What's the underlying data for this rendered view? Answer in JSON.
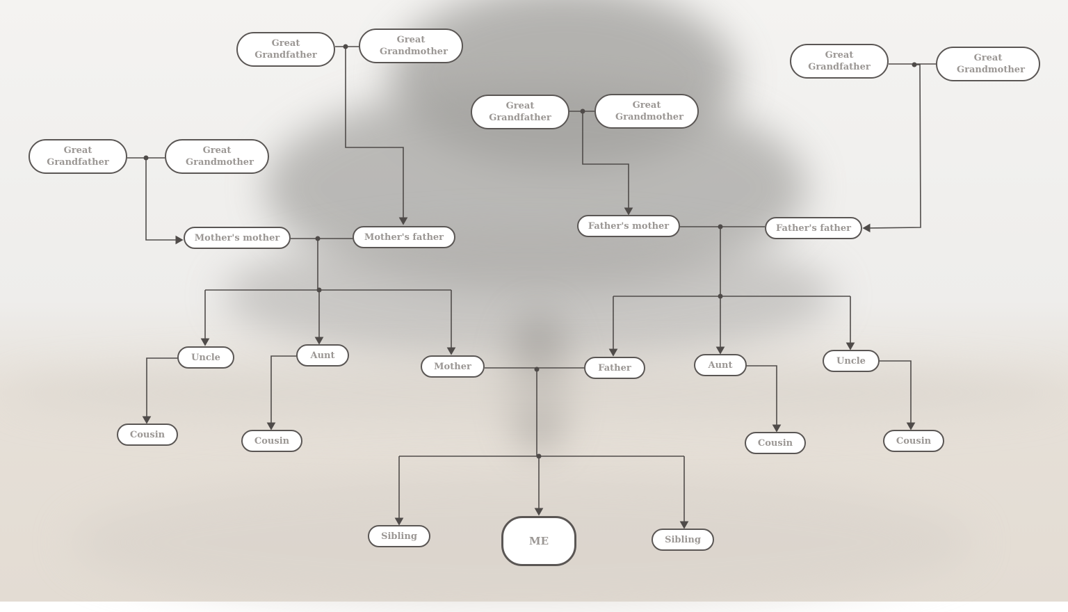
{
  "nodes": [
    "Great Grandfather",
    "Great Grandmother",
    "Great Grandfather",
    "Great Grandmother",
    "Great Grandfather",
    "Great Grandmother",
    "Great Grandfather",
    "Great Grandmother",
    "Mother's mother",
    "Mother's father",
    "Father's mother",
    "Father's father",
    "Uncle",
    "Aunt",
    "Mother",
    "Father",
    "Aunt",
    "Uncle",
    "Cousin",
    "Cousin",
    "Cousin",
    "Cousin",
    "Sibling",
    "ME",
    "Sibling"
  ],
  "colors": {
    "line": "#4f4b49",
    "node_text": "#9b9794",
    "node_border": "#5a5654"
  }
}
